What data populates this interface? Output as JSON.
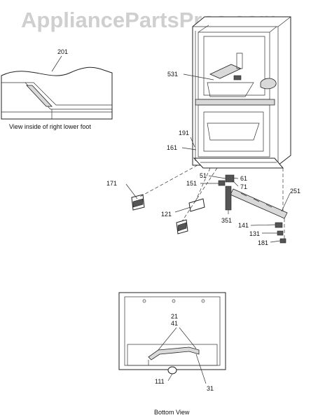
{
  "watermark": "AppliancePartsPros.com",
  "captions": {
    "foot_view": "View inside of right lower foot",
    "bottom_view": "Bottom View"
  },
  "callouts": {
    "c201": "201",
    "c531": "531",
    "c191": "191",
    "c161": "161",
    "c51": "51",
    "c61": "61",
    "c71": "71",
    "c151": "151",
    "c171": "171",
    "c121": "121",
    "c351": "351",
    "c251": "251",
    "c141": "141",
    "c131": "131",
    "c181": "181",
    "c21": "21",
    "c41": "41",
    "c31": "31",
    "c111": "111"
  }
}
